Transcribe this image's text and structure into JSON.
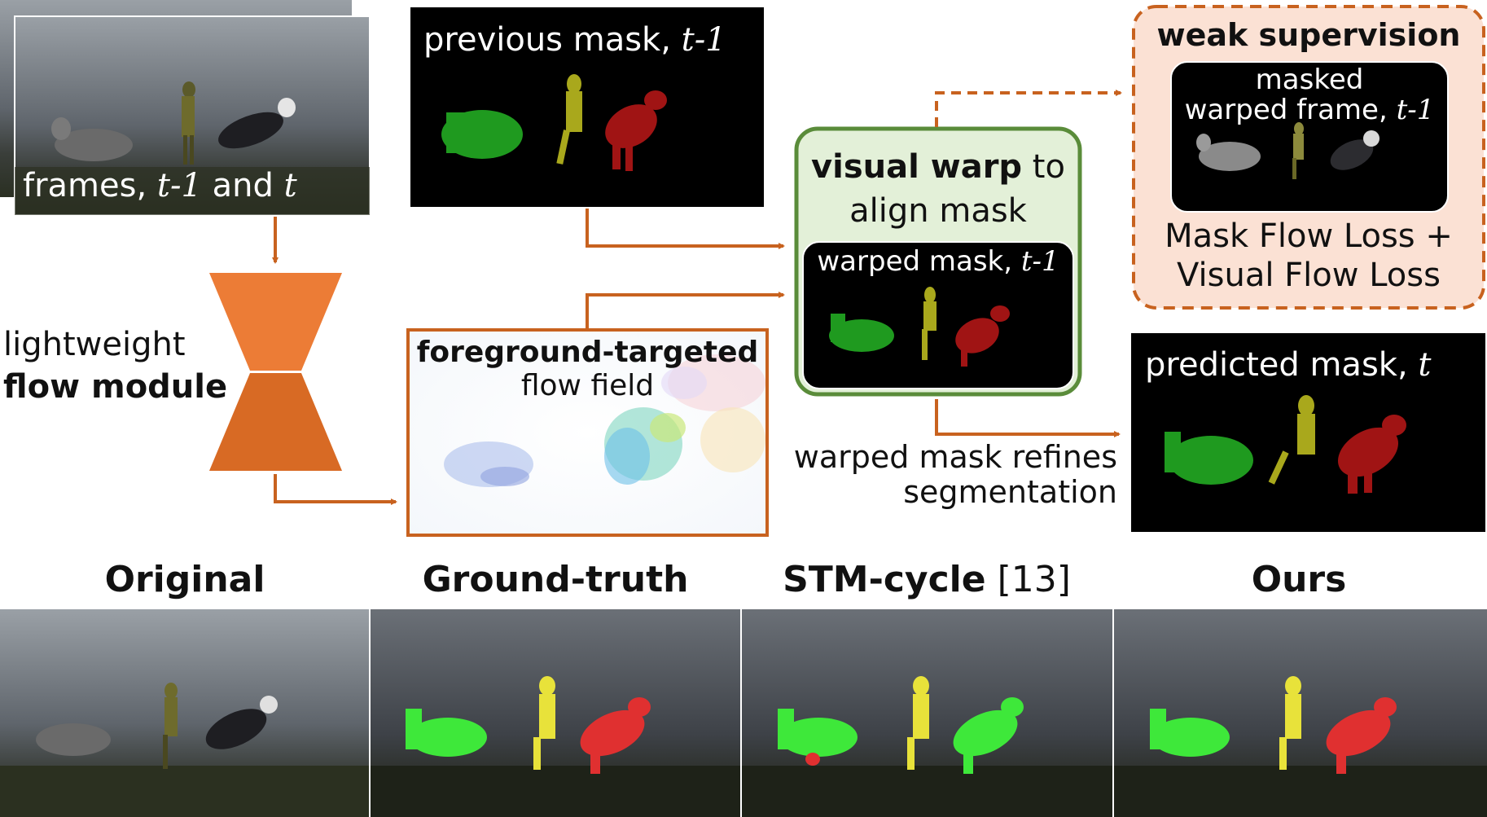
{
  "colors": {
    "arrow": "#c8621f",
    "flow_module_top": "#ec7c36",
    "flow_module_bottom": "#d86a24",
    "warp_border": "#5a8c3a",
    "warp_fill": "#e3f0d8",
    "weak_border": "#c8621f",
    "weak_fill": "#fbe1d4",
    "mask_green": "#1f9a1f",
    "mask_yellow": "#a9a81c",
    "mask_red": "#a01414"
  },
  "frames": {
    "label_prefix": "frames, ",
    "label_t1": "t-1",
    "label_and": " and ",
    "label_t": "t"
  },
  "previous_mask": {
    "label": "previous mask, ",
    "label_t": "t-1"
  },
  "flow_module": {
    "line1": "lightweight",
    "line2": "flow module"
  },
  "flow_field": {
    "line1": "foreground-targeted",
    "line2": "flow field"
  },
  "visual_warp": {
    "bold": "visual warp",
    "rest": " to",
    "line2": "align mask",
    "inner_label": "warped mask, ",
    "inner_label_t": "t-1"
  },
  "weak_supervision": {
    "title": "weak supervision",
    "inner_line1": "masked",
    "inner_line2": "warped frame, ",
    "inner_line2_t": "t-1",
    "loss1": "Mask Flow Loss +",
    "loss2": "Visual Flow Loss"
  },
  "predicted_mask": {
    "label": "predicted mask, ",
    "label_t": "t"
  },
  "refine_note": {
    "line1": "warped mask refines",
    "line2": "segmentation"
  },
  "captions": {
    "original": "Original",
    "ground_truth": "Ground-truth",
    "stm_cycle": "STM-cycle",
    "stm_ref": " [13]",
    "ours": "Ours"
  }
}
